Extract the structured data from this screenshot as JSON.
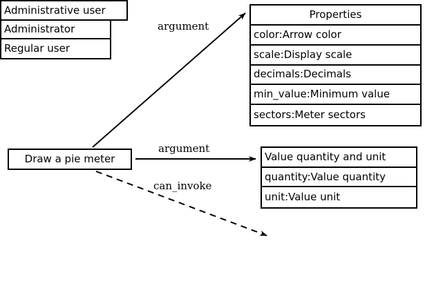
{
  "diagram": {
    "type": "entity-relationship-graph",
    "background_color": "#ffffff",
    "line_color": "#000000",
    "source": {
      "name": "source-node",
      "label": "Draw a pie meter"
    },
    "nodes": [
      {
        "id": "properties",
        "header": "Properties",
        "header_align": "center",
        "rows": [
          "color:Arrow color",
          "scale:Display scale",
          "decimals:Decimals",
          "min_value:Minimum value",
          "sectors:Meter sectors"
        ]
      },
      {
        "id": "value-quantity",
        "header": "Value quantity and unit",
        "header_align": "left",
        "rows": [
          "quantity:Value quantity",
          "unit:Value unit"
        ]
      },
      {
        "id": "administrative-user",
        "header": "Administrative user",
        "header_align": "left",
        "rows": [
          "Administrator",
          "Regular user"
        ]
      }
    ],
    "edges": [
      {
        "id": "edge-argument-properties",
        "label": "argument",
        "style": "solid",
        "from": "source-node",
        "to": "properties",
        "arrowhead": "filled"
      },
      {
        "id": "edge-argument-value",
        "label": "argument",
        "style": "solid",
        "from": "source-node",
        "to": "value-quantity",
        "arrowhead": "filled"
      },
      {
        "id": "edge-can-invoke-admin",
        "label": "can_invoke",
        "style": "dashed",
        "from": "source-node",
        "to": "administrative-user",
        "arrowhead": "filled"
      }
    ]
  }
}
